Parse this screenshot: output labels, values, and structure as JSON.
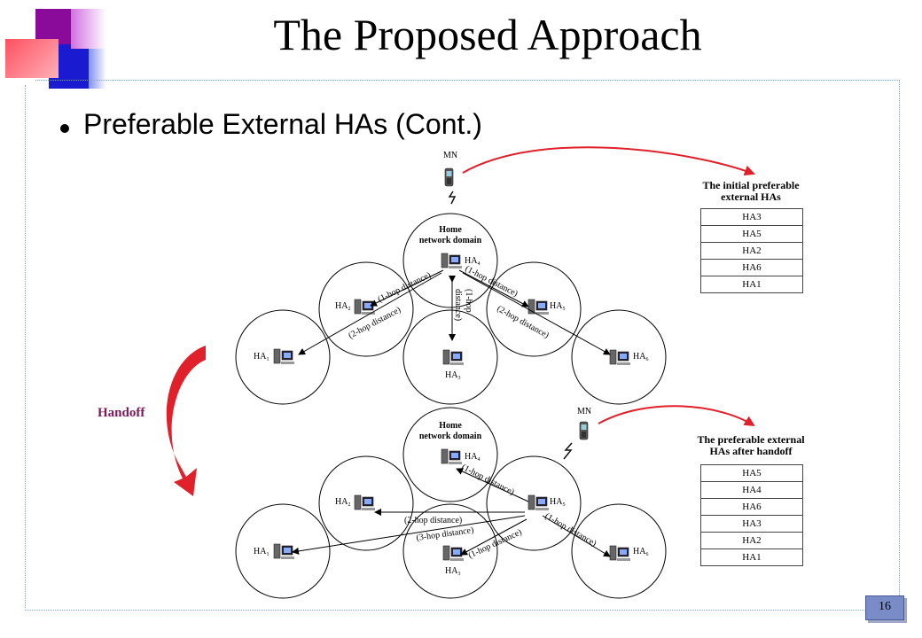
{
  "slide": {
    "title": "The Proposed Approach",
    "bullet": "Preferable External HAs (Cont.)",
    "handoff_label": "Handoff",
    "page_number": "16"
  },
  "top_diagram": {
    "mn_label": "MN",
    "home_label_1": "Home",
    "home_label_2": "network domain",
    "nodes": {
      "ha4": "HA",
      "ha4_sub": "4",
      "ha2": "HA",
      "ha2_sub": "2",
      "ha5": "HA",
      "ha5_sub": "5",
      "ha1": "HA",
      "ha1_sub": "1",
      "ha3": "HA",
      "ha3_sub": "3",
      "ha6": "HA",
      "ha6_sub": "6"
    },
    "edges": {
      "to_ha2": "(1-hop distance)",
      "to_ha5": "(1-hop distance)",
      "to_ha3_1": "(1-hop",
      "to_ha3_2": "distance)",
      "to_ha1": "(2-hop distance)",
      "to_ha6": "(2-hop distance)"
    },
    "table_title_1": "The initial preferable",
    "table_title_2": "external HAs",
    "table_rows": [
      "HA3",
      "HA5",
      "HA2",
      "HA6",
      "HA1"
    ]
  },
  "bottom_diagram": {
    "mn_label": "MN",
    "home_label_1": "Home",
    "home_label_2": "network domain",
    "nodes": {
      "ha4": "HA",
      "ha4_sub": "4",
      "ha2": "HA",
      "ha2_sub": "2",
      "ha5": "HA",
      "ha5_sub": "5",
      "ha1": "HA",
      "ha1_sub": "1",
      "ha3": "HA",
      "ha3_sub": "3",
      "ha6": "HA",
      "ha6_sub": "6"
    },
    "edges": {
      "to_ha4": "(1-hop distance)",
      "to_ha2": "(2-hop distance)",
      "to_ha1": "(3-hop distance)",
      "to_ha3": "(1-hop distance)",
      "to_ha6": "(1-hop distance)"
    },
    "table_title_1": "The preferable external",
    "table_title_2": "HAs after handoff",
    "table_rows": [
      "HA5",
      "HA4",
      "HA6",
      "HA3",
      "HA2",
      "HA1"
    ]
  }
}
